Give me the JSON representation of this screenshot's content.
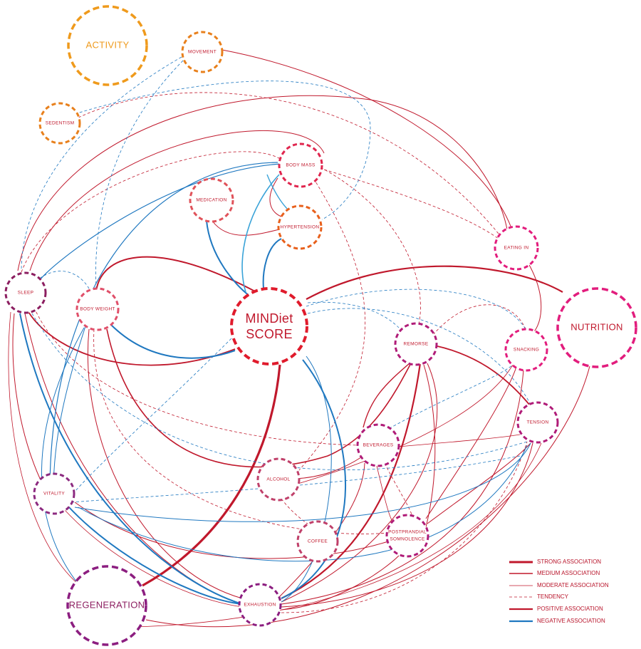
{
  "colors": {
    "positive": "#c0182c",
    "negative": "#1f78c0",
    "negative_light": "#3aa3d8",
    "activity": "#ef9a1c",
    "body": "#e0264e",
    "nutrition": "#e21d7d",
    "regeneration": "#8c1e80",
    "mind": "#e01b2c"
  },
  "nodes": {
    "activity": "ACTIVITY",
    "movement": "MOVEMENT",
    "sedentism": "SEDENTISM",
    "body_mass": "BODY MASS",
    "medication": "MEDICATION",
    "hypertension": "HYPERTENSION",
    "eating_in": "EATING IN",
    "sleep": "SLEEP",
    "body_weight": "BODY WEIGHT",
    "mind_line1": "MINDiet",
    "mind_line2": "SCORE",
    "nutrition": "NUTRITION",
    "remorse": "REMORSE",
    "snacking": "SNACKING",
    "tension": "TENSION",
    "beverages": "BEVERAGES",
    "alcohol": "ALCOHOL",
    "vitality": "VITALITY",
    "coffee": "COFFEE",
    "postprandial_line1": "POSTPRANDIAL",
    "postprandial_line2": "SOMNOLENCE",
    "regeneration": "REGENERATION",
    "exhaustion": "EXHAUSTION"
  },
  "legend": [
    {
      "label": "STRONG ASSOCIATION",
      "style": "strong"
    },
    {
      "label": "MEDIUM ASSOCIATION",
      "style": "medium"
    },
    {
      "label": "MODERATE ASSOCIATION",
      "style": "moderate"
    },
    {
      "label": "TENDENCY",
      "style": "tendency"
    },
    {
      "label": "POSITIVE ASSOCIATION",
      "style": "positive"
    },
    {
      "label": "NEGATIVE ASSOCIATION",
      "style": "negative"
    }
  ]
}
